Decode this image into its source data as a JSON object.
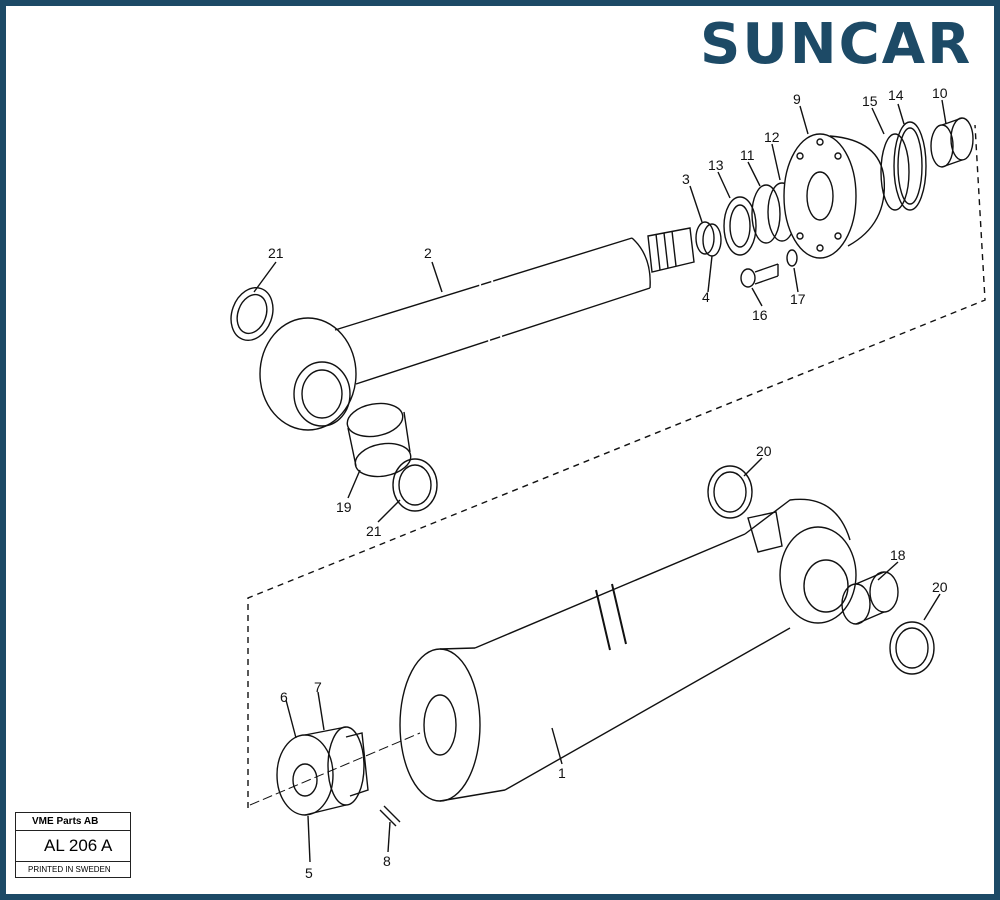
{
  "brand": {
    "logo_text": "SUNCAR",
    "color": "#1d4a66",
    "accent": "#2c6f95"
  },
  "stamp": {
    "company": "VME Parts AB",
    "code": "AL 206  A",
    "printed": "PRINTED IN SWEDEN"
  },
  "callouts": {
    "c1": "1",
    "c2": "2",
    "c3": "3",
    "c4": "4",
    "c5": "5",
    "c6": "6",
    "c7": "7",
    "c8": "8",
    "c9": "9",
    "c10": "10",
    "c11": "11",
    "c12": "12",
    "c13": "13",
    "c14": "14",
    "c15": "15",
    "c16": "16",
    "c17": "17",
    "c18": "18",
    "c19": "19",
    "c20a": "20",
    "c20b": "20",
    "c21a": "21",
    "c21b": "21"
  }
}
